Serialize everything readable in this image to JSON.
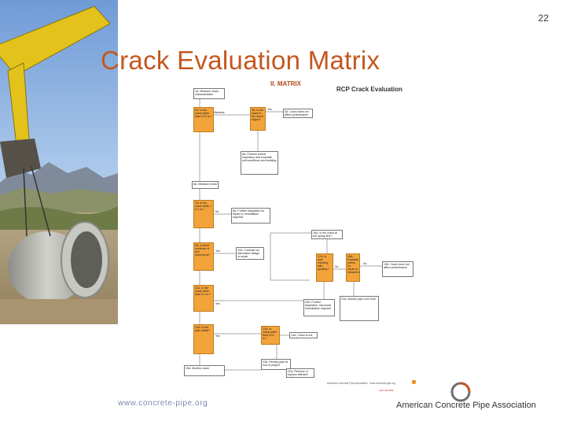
{
  "slide": {
    "number": "22",
    "title": "Crack Evaluation Matrix",
    "url": "www.concrete-pipe.org",
    "logo_text": "American Concrete Pipe Association"
  },
  "flowchart": {
    "section": "II. MATRIX",
    "heading": "RCP Crack Evaluation",
    "footnote": "American Concrete Pipe Association · www.concrete-pipe.org",
    "page_no": "1",
    "date": "JULY 30 2011",
    "labels": {
      "yes": "Yes",
      "no": "No",
      "otherwise": "Otherwise"
    },
    "nodes": {
      "n1": "1A. Measure crack characteristics",
      "n2": "2A. Is the crack wider than 0.01 in.?",
      "n3": "3A. Is the crack in the invert region?",
      "n4": "4A. Crack does not affect performance",
      "n5": "5A. Perform further inspection and evaluate soil conditions and bedding",
      "n6": "6A. Measure crack",
      "n7": "7A. Is the crack width < 0.1 in.?",
      "n8": "8A. Further inspection for repair or remediation required",
      "n9": "9A. Is there evidence of soil movement?",
      "n10": "10A. Consider an alternative design or repair",
      "n11": "11A. Is the crack wider than 0.1 in.?",
      "n12": "12A. Is the pipe stable?",
      "n13": "13A. Is crack wider than 0.01 in.?",
      "n14": "14A. Crack is not significant",
      "n15": "15A. Monitor crack",
      "n16": "16A. Is the crack at the spring line?",
      "n17": "17A. Is pipe cracking with spalling?",
      "n18": "18A. Evaluate further for repair or replacement",
      "n19": "19A. Crack does not affect performance",
      "n20": "20A. Further inspection, structural remediation required",
      "n21": "21A. Monitor pipe over time",
      "n22": "22A. Remove or replace affected section",
      "n23": "23A. Review pipe at end of project"
    }
  }
}
